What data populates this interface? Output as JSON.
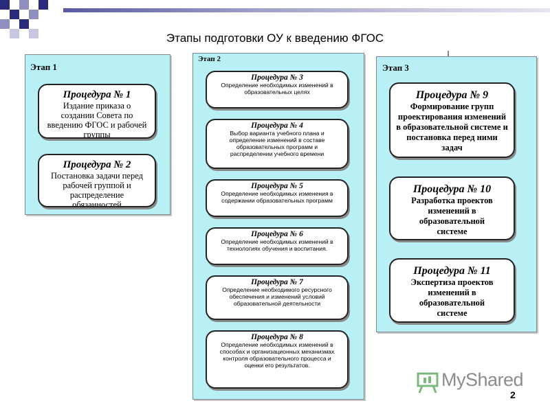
{
  "title": "Этапы подготовки ОУ к введению ФГОС",
  "stages": [
    {
      "label": "Этап 1",
      "procedures": [
        {
          "title": "Процедура № 1",
          "text": "Издание приказа о создании Совета по введению ФГОС и рабочей группы"
        },
        {
          "title": "Процедура № 2",
          "text": "Постановка задачи перед рабочей группой и распределение обязанностей"
        }
      ]
    },
    {
      "label": "Этап 2",
      "procedures": [
        {
          "title": "Процедура № 3",
          "text": "Определение необходимых изменений в образовательных целях"
        },
        {
          "title": "Процедура № 4",
          "text": "Выбор варианта учебного плана и определение изменений в составе образовательных программ и распределении учебного времени"
        },
        {
          "title": "Процедура № 5",
          "text": "Определение необходимых изменения в содержании образовательных программ"
        },
        {
          "title": "Процедура № 6",
          "text": "Определение необходимых изменений в технологиях обучения и воспитания."
        },
        {
          "title": "Процедура № 7",
          "text": "Определение необходимого ресурсного обеспечения и изменений условий образовательной деятельности"
        },
        {
          "title": "Процедура № 8",
          "text": "Определение необходимых изменений в способах и организационных механизмах контроля образовательного процесса и оценки его результатов."
        }
      ]
    },
    {
      "label": "Этап 3",
      "procedures": [
        {
          "title": "Процедура № 9",
          "text": "Формирование групп проектирования изменений в образовательной системе и постановка перед ними задач"
        },
        {
          "title": "Процедура № 10",
          "text": "Разработка проектов изменений в образовательной системе"
        },
        {
          "title": "Процедура № 11",
          "text": "Экспертиза проектов изменений в образовательной системе"
        }
      ]
    }
  ],
  "watermark": "MyShared",
  "page_number": "2",
  "colors": {
    "panel": "#b9f0f6",
    "card_border": "#222222",
    "arrow": "#333333"
  }
}
